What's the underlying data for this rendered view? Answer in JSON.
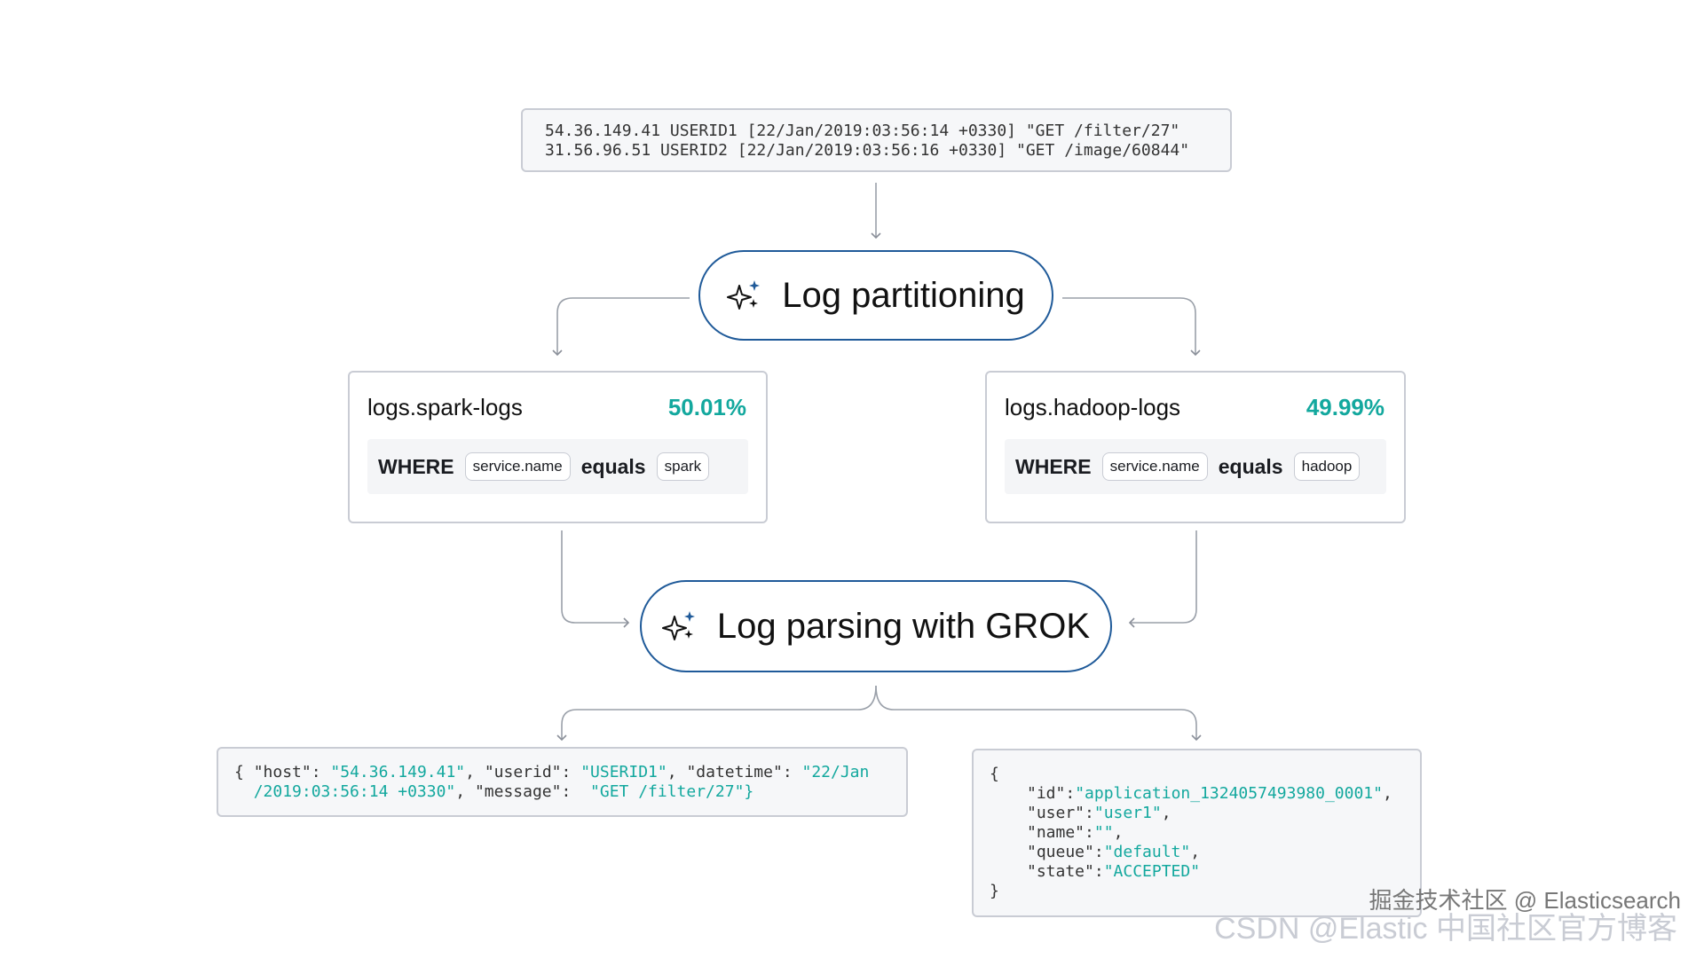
{
  "raw_logs": {
    "lines": [
      "54.36.149.41 USERID1 [22/Jan/2019:03:56:14 +0330] \"GET /filter/27\"",
      "31.56.96.51 USERID2 [22/Jan/2019:03:56:16 +0330] \"GET /image/60844\""
    ]
  },
  "partitioning": {
    "label": "Log partitioning"
  },
  "partitions": [
    {
      "stream": "logs.spark-logs",
      "percent": "50.01%",
      "where": "WHERE",
      "field": "service.name",
      "operator": "equals",
      "value": "spark"
    },
    {
      "stream": "logs.hadoop-logs",
      "percent": "49.99%",
      "where": "WHERE",
      "field": "service.name",
      "operator": "equals",
      "value": "hadoop"
    }
  ],
  "parsing": {
    "label": "Log parsing with GROK"
  },
  "output_left": {
    "line1": {
      "open": "{ ",
      "k1": "\"host\"",
      "sep1": ": ",
      "v1": "\"54.36.149.41\"",
      "sep2": ", ",
      "k2": "\"userid\"",
      "sep3": ": ",
      "v2": "\"USERID1\"",
      "sep4": ", ",
      "k3": "\"datetime\"",
      "sep5": ": ",
      "v3a": "\"22/Jan"
    },
    "line2": {
      "indent": "  ",
      "v3b": "/2019:03:56:14 +0330\"",
      "sep6": ", ",
      "k4": "\"message\"",
      "sep7": ":  ",
      "v4": "\"GET /filter/27\"}"
    }
  },
  "output_right": {
    "open": "{",
    "fields": [
      {
        "key": "\"id\"",
        "value": "\"application_1324057493980_0001\"",
        "comma": ","
      },
      {
        "key": "\"user\"",
        "value": "\"user1\"",
        "comma": ","
      },
      {
        "key": "\"name\"",
        "value": "\"\"",
        "comma": ","
      },
      {
        "key": "\"queue\"",
        "value": "\"default\"",
        "comma": ","
      },
      {
        "key": "\"state\"",
        "value": "\"ACCEPTED\"",
        "comma": ""
      }
    ],
    "close": "}"
  },
  "watermark": {
    "line1": "掘金技术社区 @ Elasticsearch",
    "line2": "CSDN @Elastic 中国社区官方博客"
  },
  "colors": {
    "accent": "#1f5a99",
    "value": "#13a89e",
    "border": "#c9ccd4"
  },
  "icons": {
    "sparkle": "sparkles-icon"
  }
}
